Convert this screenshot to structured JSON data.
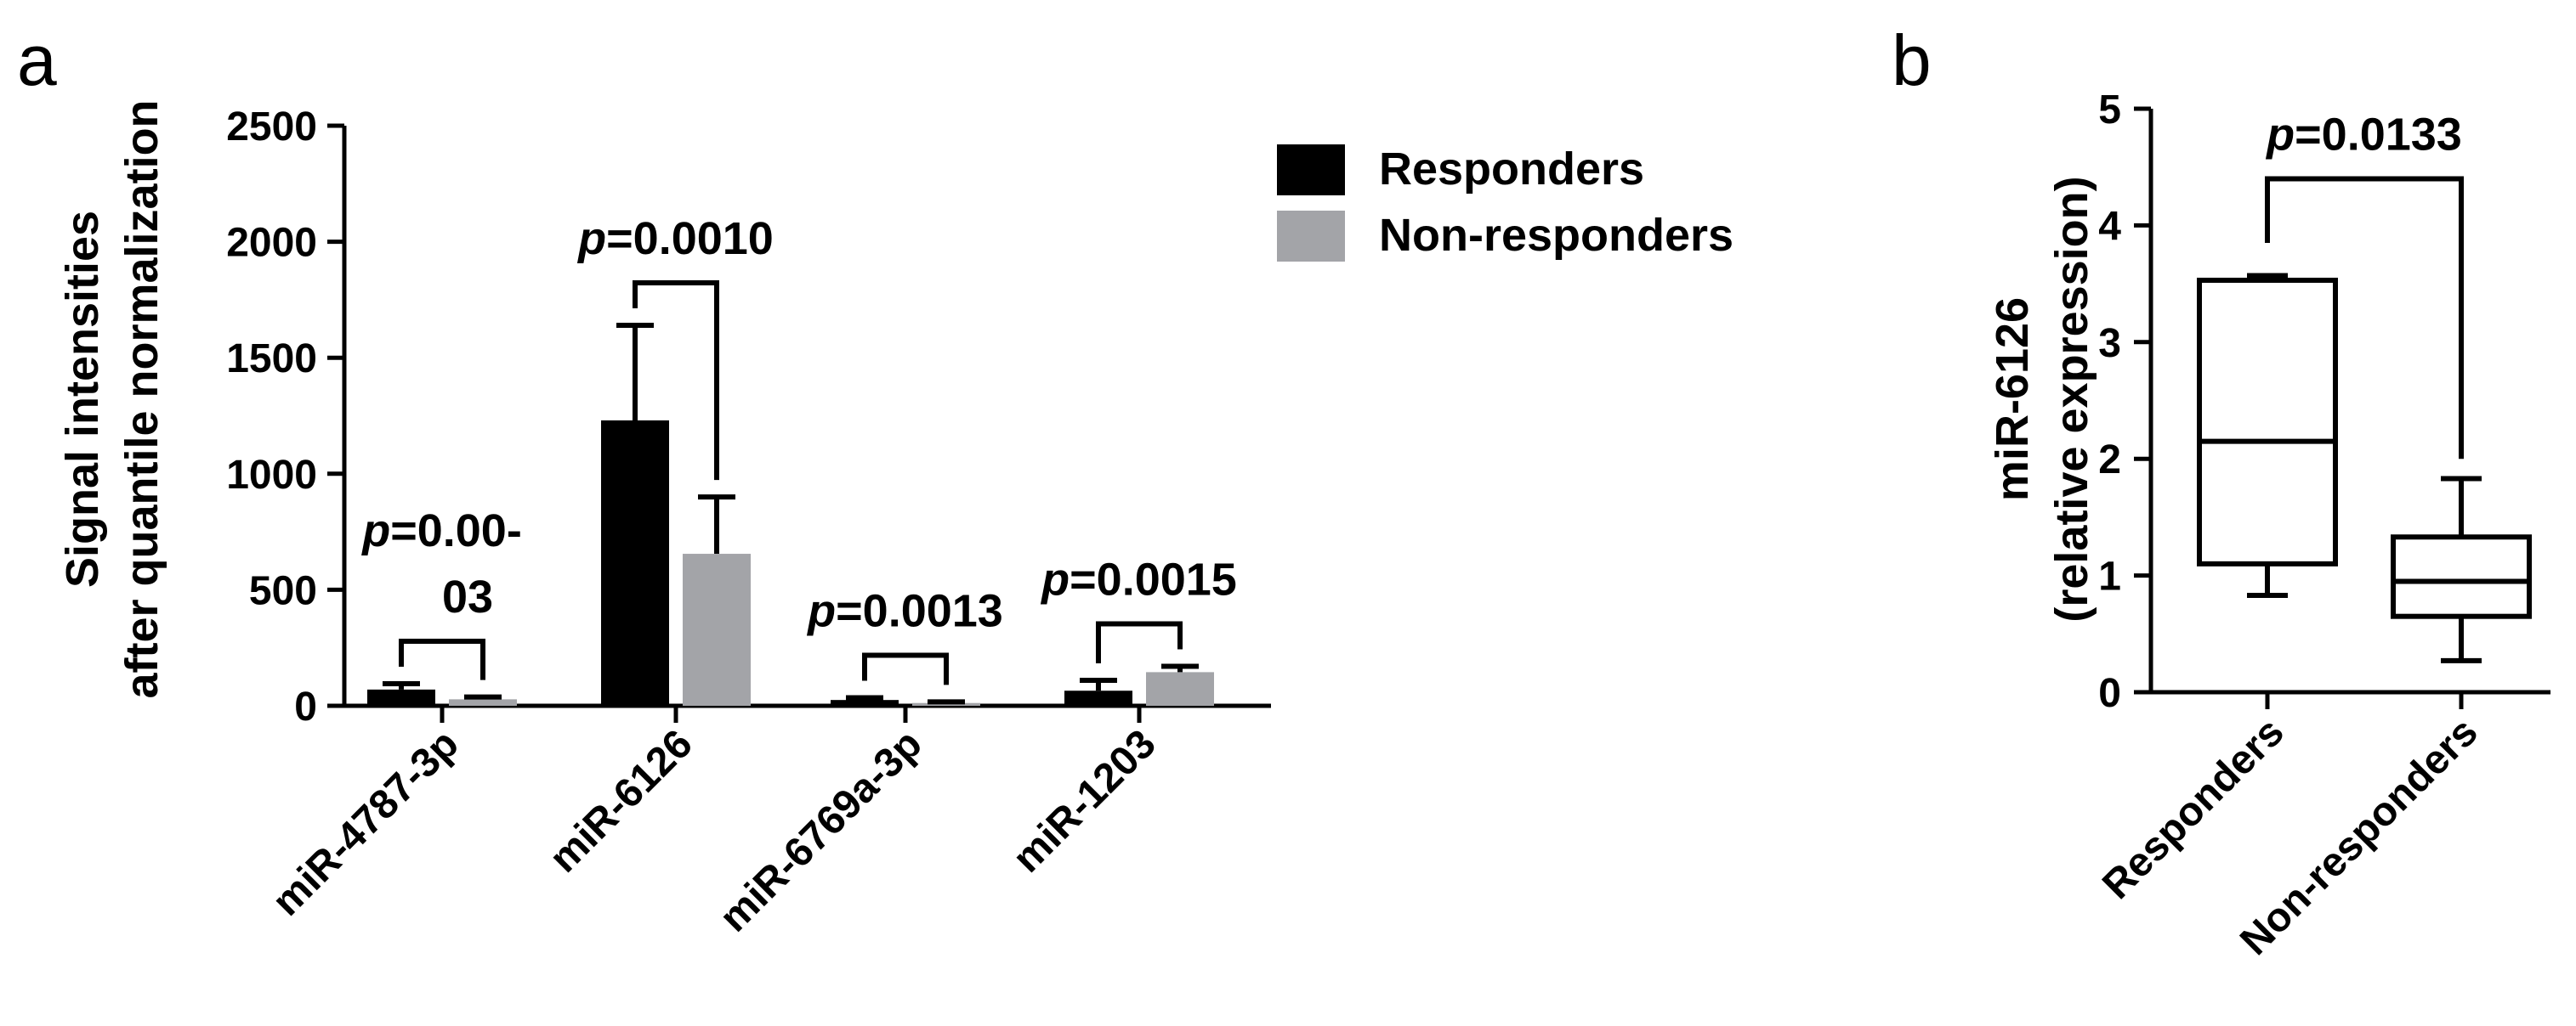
{
  "panels": {
    "a": {
      "label": "a"
    },
    "b": {
      "label": "b"
    }
  },
  "chart_data": [
    {
      "type": "bar",
      "panel": "a",
      "ylabel": [
        "Signal intensities",
        "after quantile normalization"
      ],
      "ylim": [
        0,
        2500
      ],
      "yticks": [
        0,
        500,
        1000,
        1500,
        2000,
        2500
      ],
      "categories": [
        "miR-4787-3p",
        "miR-6126",
        "miR-6769a-3p",
        "miR-1203"
      ],
      "series": [
        {
          "name": "Responders",
          "color": "#000000",
          "values": [
            70,
            1230,
            25,
            65
          ],
          "errors": [
            25,
            410,
            10,
            45
          ]
        },
        {
          "name": "Non-responders",
          "color": "#a3a4a8",
          "values": [
            28,
            655,
            12,
            145
          ],
          "errors": [
            10,
            245,
            5,
            25
          ]
        }
      ],
      "annotations": [
        {
          "category": 0,
          "p_prefix": "p",
          "p_text": [
            "=0.00-",
            "03"
          ]
        },
        {
          "category": 1,
          "p_prefix": "p",
          "p_text": [
            "=0.0010"
          ]
        },
        {
          "category": 2,
          "p_prefix": "p",
          "p_text": [
            "=0.0013"
          ]
        },
        {
          "category": 3,
          "p_prefix": "p",
          "p_text": [
            "=0.0015"
          ]
        }
      ],
      "legend_position": "top-right",
      "grid": false
    },
    {
      "type": "box",
      "panel": "b",
      "ylabel": [
        "miR-6126",
        "(relative expression)"
      ],
      "ylim": [
        0,
        5
      ],
      "yticks": [
        0,
        1,
        2,
        3,
        4,
        5
      ],
      "categories": [
        "Responders",
        "Non-responders"
      ],
      "boxes": [
        {
          "min": 0.83,
          "q1": 1.1,
          "median": 2.15,
          "q3": 3.53,
          "max": 3.57
        },
        {
          "min": 0.27,
          "q1": 0.65,
          "median": 0.95,
          "q3": 1.33,
          "max": 1.83
        }
      ],
      "annotations": [
        {
          "p_prefix": "p",
          "p_text": "=0.0133"
        }
      ],
      "grid": false
    }
  ]
}
